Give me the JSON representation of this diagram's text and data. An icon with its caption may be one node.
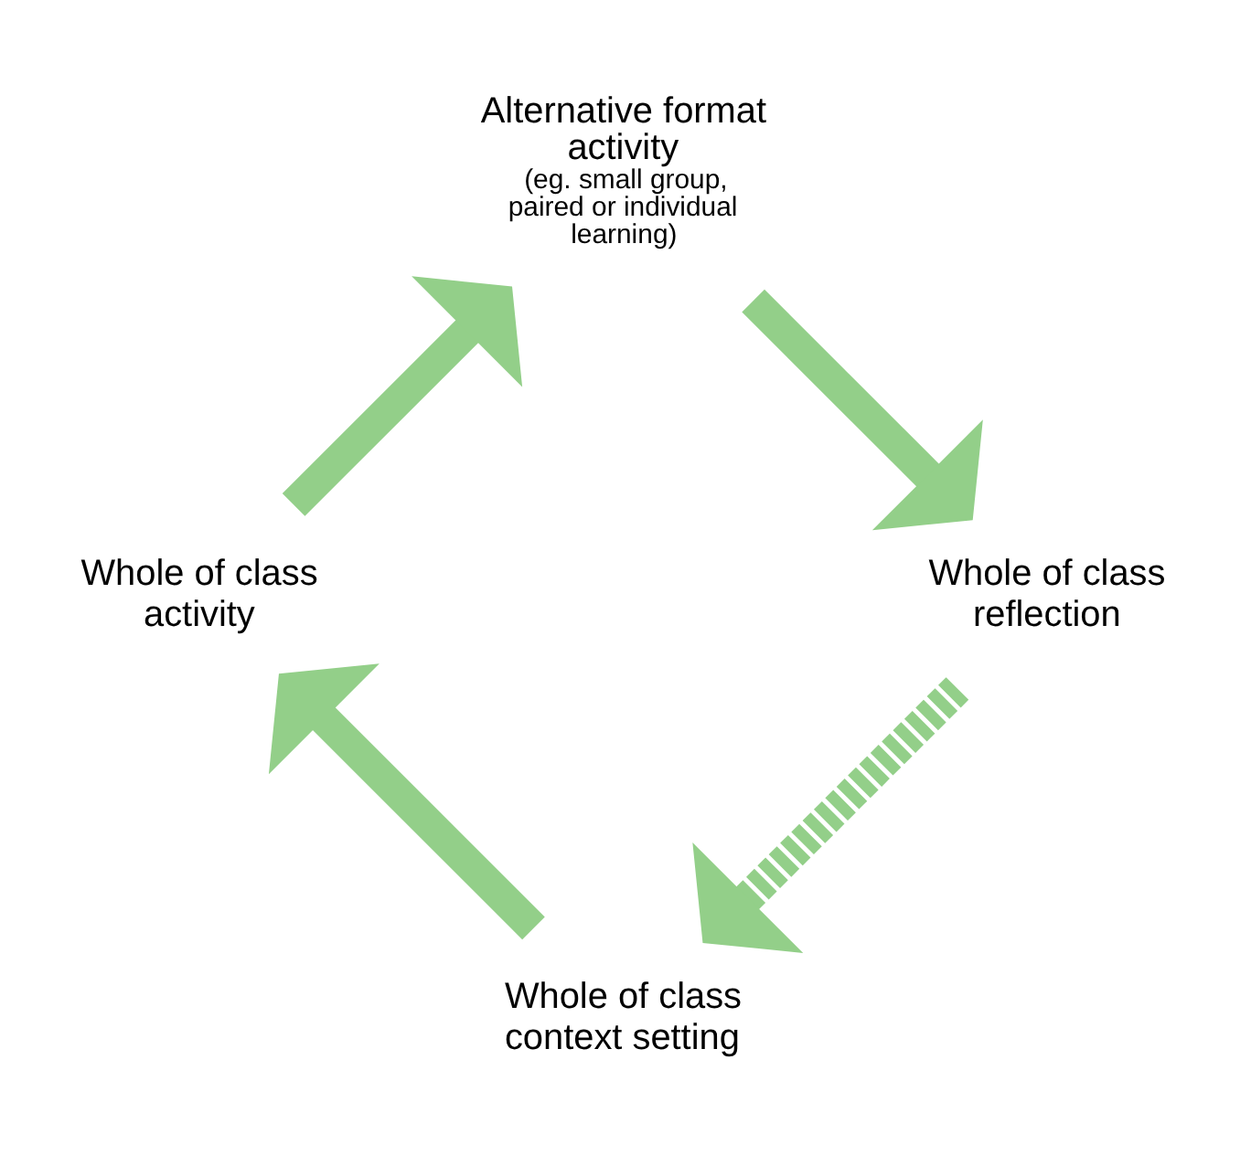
{
  "diagram": {
    "nodes": [
      {
        "text": [
          "Whole of class context setting"
        ]
      },
      {
        "text": [
          "Whole of class activity"
        ]
      },
      {
        "text": [
          "Alternative format activity",
          "(eg. small group, paired or individual learning)"
        ]
      },
      {
        "text": [
          "Whole of class reflection"
        ]
      }
    ],
    "edges": [
      {
        "from": 0,
        "to": 1,
        "arrow": "to"
      },
      {
        "from": 1,
        "to": 2,
        "arrow": "to"
      },
      {
        "from": 2,
        "to": 3,
        "arrow": "to"
      },
      {
        "from": 3,
        "to": 0,
        "arrow": "to",
        "style": "dashed"
      }
    ]
  }
}
